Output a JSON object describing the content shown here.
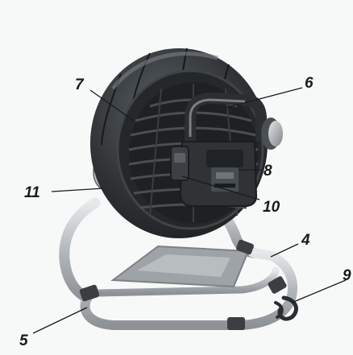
{
  "figure": {
    "subject": "battery-powered-fan-rear-view",
    "colors": {
      "background": "#f7f8f8",
      "housing": "#2a2d2f",
      "housing_light": "#6d7276",
      "frame_metal": "#b7bcc0",
      "frame_highlight": "#e4e7e9",
      "callout_line": "#1a1a1a"
    }
  },
  "callouts": [
    {
      "id": "4",
      "label": "4"
    },
    {
      "id": "5",
      "label": "5"
    },
    {
      "id": "6",
      "label": "6"
    },
    {
      "id": "7",
      "label": "7"
    },
    {
      "id": "8",
      "label": "8"
    },
    {
      "id": "9",
      "label": "9"
    },
    {
      "id": "10",
      "label": "10"
    },
    {
      "id": "11",
      "label": "11"
    }
  ]
}
